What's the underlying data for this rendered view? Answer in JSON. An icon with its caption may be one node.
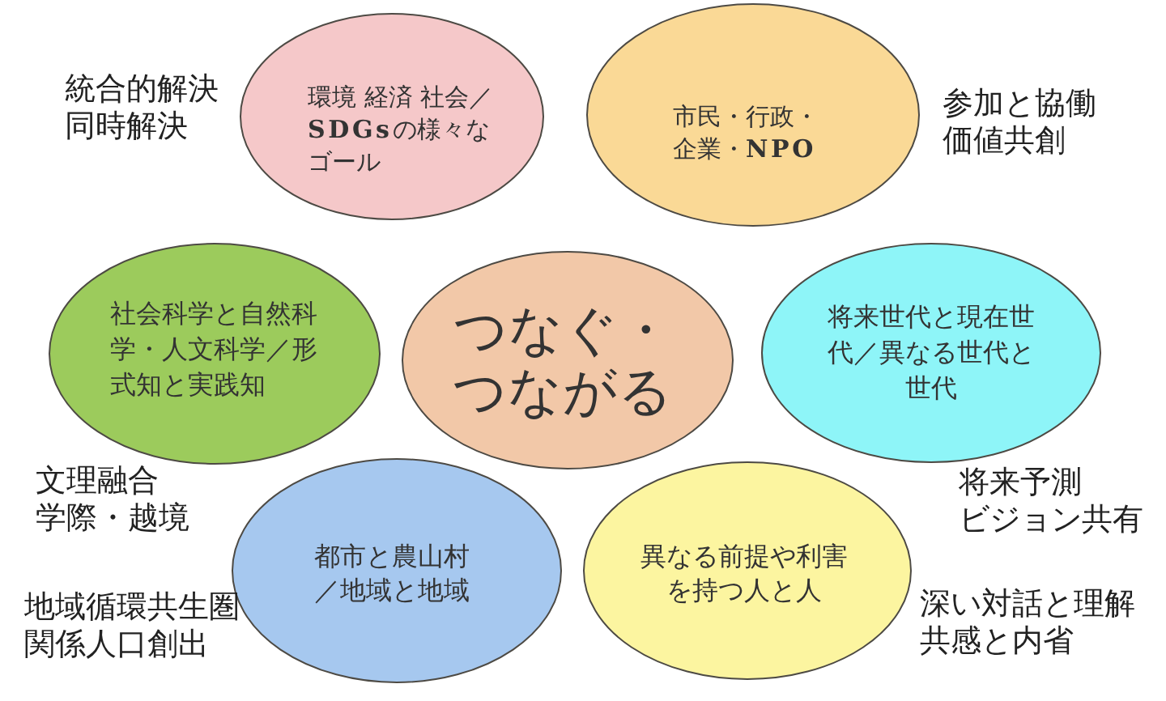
{
  "diagram": {
    "nodes": [
      {
        "text": [
          "環境 経済 社会／**SDGs**の様々なゴール"
        ],
        "beside": [
          "統合的解決",
          "同時解決"
        ]
      },
      {
        "text": [
          "市民・行政・企業・**NPO**"
        ],
        "beside": [
          "参加と協働",
          "価値共創"
        ]
      },
      {
        "text": [
          "社会科学と自然科学・人文科学／形式知と実践知"
        ],
        "beside": [
          "文理融合",
          "学際・越境"
        ]
      },
      {
        "text": [
          "つなぐ・つながる"
        ]
      },
      {
        "text": [
          "将来世代と現在世代／異なる世代と世代"
        ],
        "beside": [
          "将来予測",
          "ビジョン共有"
        ]
      },
      {
        "text": [
          "都市と農山村／地域と地域"
        ],
        "beside": [
          "地域循環共生圏",
          "関係人口創出"
        ]
      },
      {
        "text": [
          "異なる前提や利害を持つ人と人"
        ],
        "beside": [
          "深い対話と理解",
          "共感と内省"
        ]
      }
    ]
  }
}
